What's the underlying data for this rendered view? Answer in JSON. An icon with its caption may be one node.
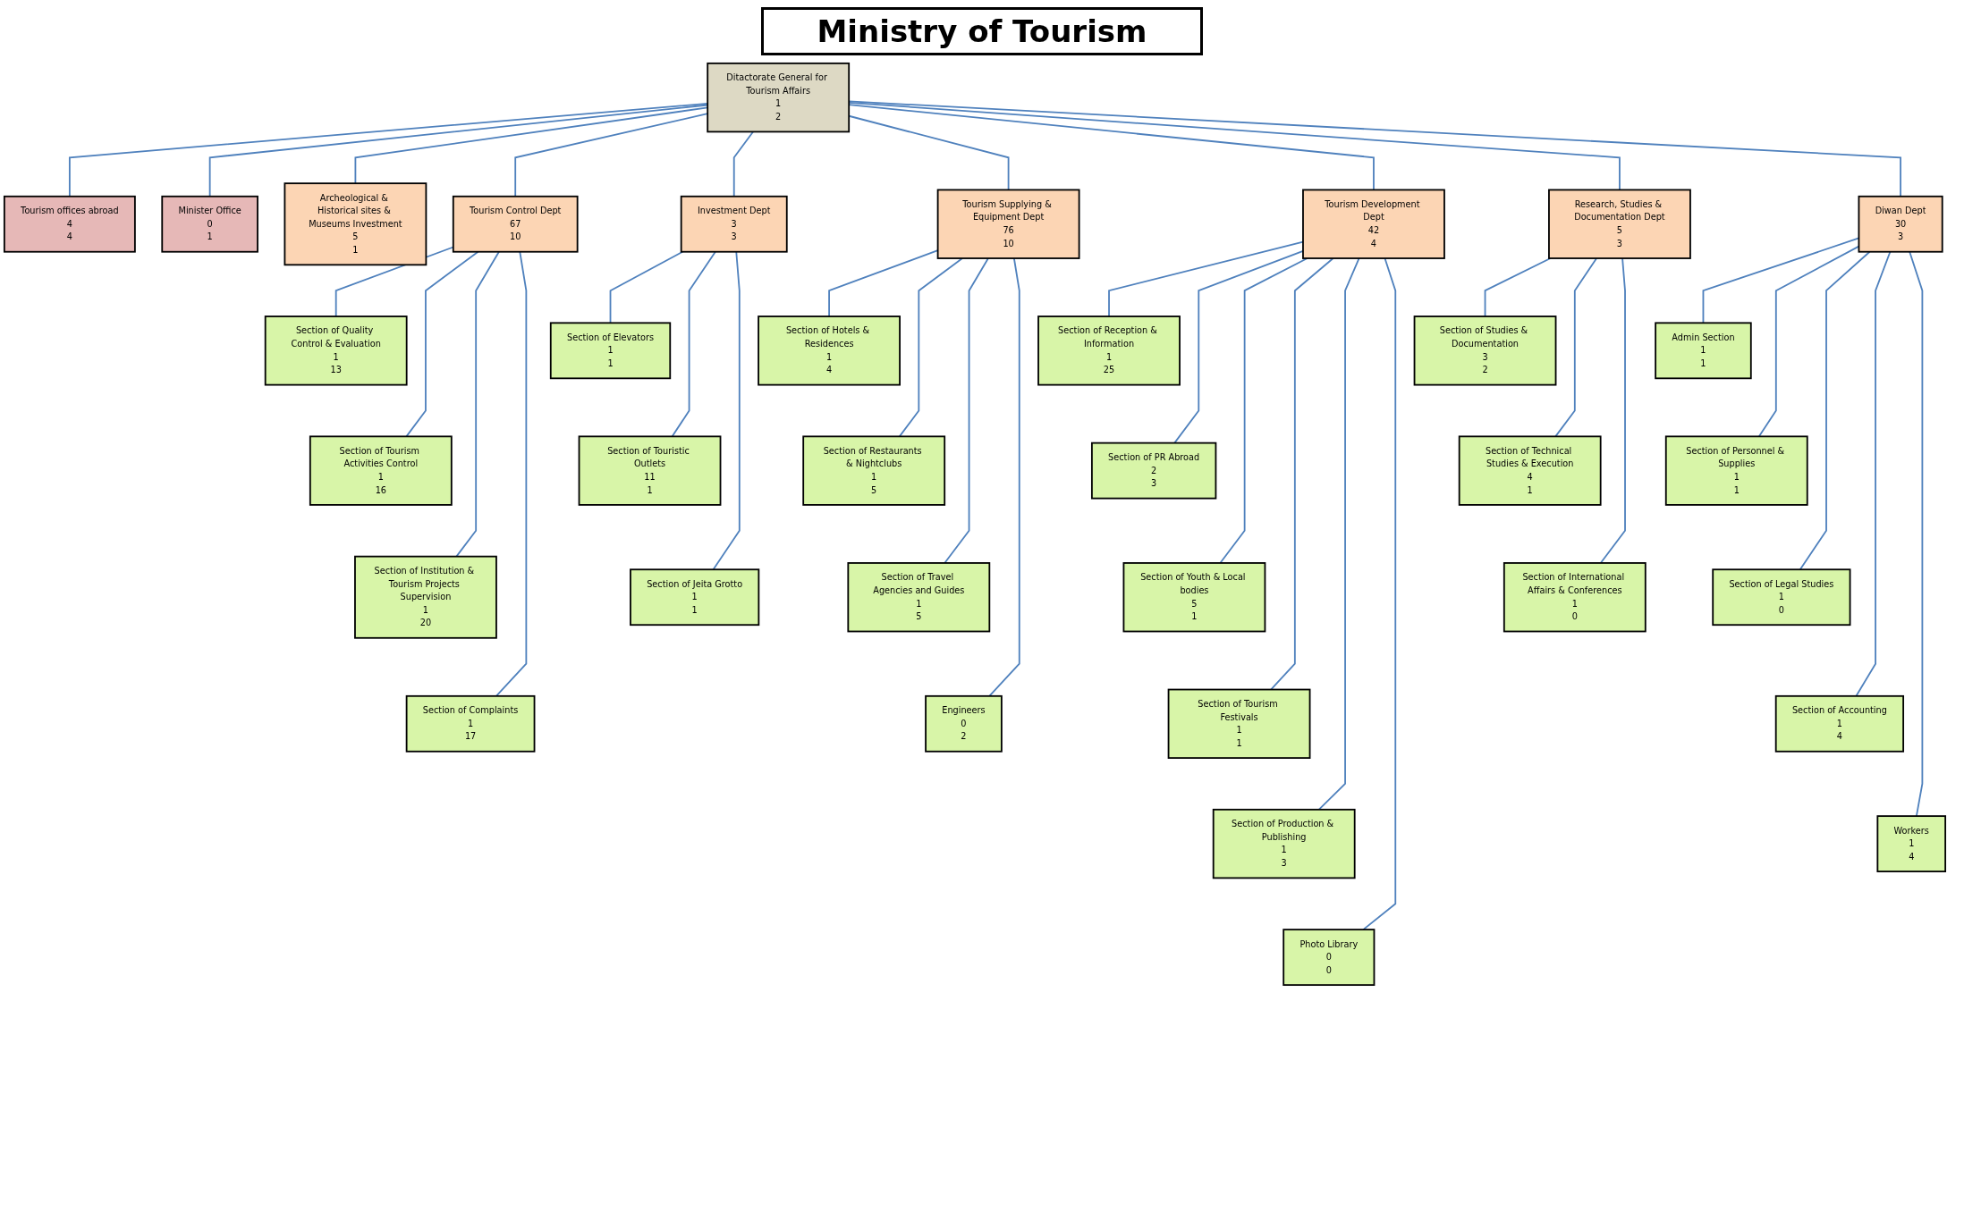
{
  "diagram": {
    "title": "Ministry of Tourism",
    "nodes": [
      {
        "text": [
          "Tourism offices abroad",
          "4",
          "4"
        ]
      },
      {
        "text": [
          "Ditactorate General for Tourism Affairs",
          "1",
          "2"
        ]
      },
      {
        "text": [
          "Minister Office",
          "0",
          "1"
        ]
      },
      {
        "text": [
          "Archeological & Historical sites & Museums Investment",
          "5",
          "1"
        ]
      },
      {
        "text": [
          "Tourism Control Dept",
          "67",
          "10"
        ]
      },
      {
        "text": [
          "Investment Dept",
          "3",
          "3"
        ]
      },
      {
        "text": [
          "Tourism Supplying & Equipment Dept",
          "76",
          "10"
        ]
      },
      {
        "text": [
          "Tourism Development Dept",
          "42",
          "4"
        ]
      },
      {
        "text": [
          "Research, Studies & Documentation Dept",
          "5",
          "3"
        ]
      },
      {
        "text": [
          "Diwan Dept",
          "30",
          "3"
        ]
      },
      {
        "text": [
          "Section of Quality Control & Evaluation",
          "1",
          "13"
        ]
      },
      {
        "text": [
          "Section of Tourism Activities Control",
          "1",
          "16"
        ]
      },
      {
        "text": [
          "Section of Institution & Tourism Projects Supervision",
          "1",
          "20"
        ]
      },
      {
        "text": [
          "Section of Complaints",
          "1",
          "17"
        ]
      },
      {
        "text": [
          "Section of Elevators",
          "1",
          "1"
        ]
      },
      {
        "text": [
          "Section of Touristic Outlets",
          "11",
          "1"
        ]
      },
      {
        "text": [
          "Section of Jeita Grotto",
          "1",
          "1"
        ]
      },
      {
        "text": [
          "Section of Hotels & Residences",
          "1",
          "4"
        ]
      },
      {
        "text": [
          "Section of Restaurants & Nightclubs",
          "1",
          "5"
        ]
      },
      {
        "text": [
          "Section of Travel Agencies and Guides",
          "1",
          "5"
        ]
      },
      {
        "text": [
          "Engineers",
          "0",
          "2"
        ]
      },
      {
        "text": [
          "Section of Reception & Information",
          "1",
          "25"
        ]
      },
      {
        "text": [
          "Section of PR Abroad",
          "2",
          "3"
        ]
      },
      {
        "text": [
          "Section of Youth & Local bodies",
          "5",
          "1"
        ]
      },
      {
        "text": [
          "Section of Tourism Festivals",
          "1",
          "1"
        ]
      },
      {
        "text": [
          "Section of Production & Publishing",
          "1",
          "3"
        ]
      },
      {
        "text": [
          "Photo Library",
          "0",
          "0"
        ]
      },
      {
        "text": [
          "Section of Studies & Documentation",
          "3",
          "2"
        ]
      },
      {
        "text": [
          "Section of Technical Studies & Execution",
          "4",
          "1"
        ]
      },
      {
        "text": [
          "Section of International Affairs & Conferences",
          "1",
          "0"
        ]
      },
      {
        "text": [
          "Admin Section",
          "1",
          "1"
        ]
      },
      {
        "text": [
          "Section of Personnel & Supplies",
          "1",
          "1"
        ]
      },
      {
        "text": [
          "Section of Legal Studies",
          "1",
          "0"
        ]
      },
      {
        "text": [
          "Section of Accounting",
          "1",
          "4"
        ]
      },
      {
        "text": [
          "Workers",
          "1",
          "4"
        ]
      }
    ],
    "edges": [
      {
        "from": 1,
        "to": 0,
        "arrow": "none"
      },
      {
        "from": 1,
        "to": 2,
        "arrow": "none"
      },
      {
        "from": 1,
        "to": 3,
        "arrow": "none"
      },
      {
        "from": 1,
        "to": 4,
        "arrow": "none"
      },
      {
        "from": 1,
        "to": 5,
        "arrow": "none"
      },
      {
        "from": 1,
        "to": 6,
        "arrow": "none"
      },
      {
        "from": 1,
        "to": 7,
        "arrow": "none"
      },
      {
        "from": 1,
        "to": 8,
        "arrow": "none"
      },
      {
        "from": 1,
        "to": 9,
        "arrow": "none"
      },
      {
        "from": 4,
        "to": 10,
        "arrow": "none"
      },
      {
        "from": 4,
        "to": 11,
        "arrow": "none"
      },
      {
        "from": 4,
        "to": 12,
        "arrow": "none"
      },
      {
        "from": 4,
        "to": 13,
        "arrow": "none"
      },
      {
        "from": 5,
        "to": 14,
        "arrow": "none"
      },
      {
        "from": 5,
        "to": 15,
        "arrow": "none"
      },
      {
        "from": 5,
        "to": 16,
        "arrow": "none"
      },
      {
        "from": 6,
        "to": 17,
        "arrow": "none"
      },
      {
        "from": 6,
        "to": 18,
        "arrow": "none"
      },
      {
        "from": 6,
        "to": 19,
        "arrow": "none"
      },
      {
        "from": 6,
        "to": 20,
        "arrow": "none"
      },
      {
        "from": 7,
        "to": 21,
        "arrow": "none"
      },
      {
        "from": 7,
        "to": 22,
        "arrow": "none"
      },
      {
        "from": 7,
        "to": 23,
        "arrow": "none"
      },
      {
        "from": 7,
        "to": 24,
        "arrow": "none"
      },
      {
        "from": 7,
        "to": 25,
        "arrow": "none"
      },
      {
        "from": 7,
        "to": 26,
        "arrow": "none"
      },
      {
        "from": 8,
        "to": 27,
        "arrow": "none"
      },
      {
        "from": 8,
        "to": 28,
        "arrow": "none"
      },
      {
        "from": 8,
        "to": 29,
        "arrow": "none"
      },
      {
        "from": 9,
        "to": 30,
        "arrow": "none"
      },
      {
        "from": 9,
        "to": 31,
        "arrow": "none"
      },
      {
        "from": 9,
        "to": 32,
        "arrow": "none"
      },
      {
        "from": 9,
        "to": 33,
        "arrow": "none"
      },
      {
        "from": 9,
        "to": 34,
        "arrow": "none"
      }
    ]
  }
}
